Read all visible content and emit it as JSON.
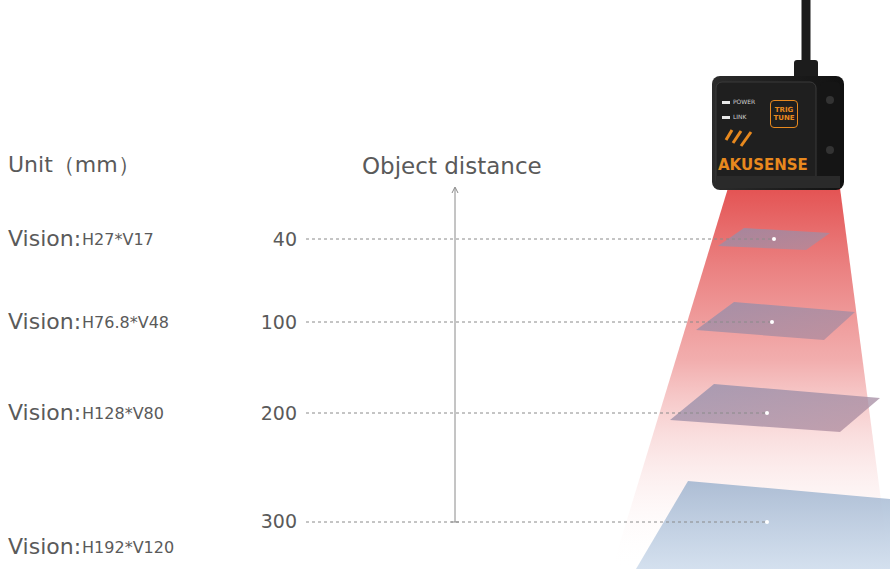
{
  "diagram": {
    "labels": [
      "Unit（mm）",
      "Object distance",
      "Vision:",
      "H27*V17",
      "40",
      "Vision:",
      "H76.8*V48",
      "100",
      "Vision:",
      "H128*V80",
      "200",
      "Vision:",
      "H192*V120",
      "300",
      "POWER",
      "LINK",
      "TRIG TUNE",
      "AKUSENSE"
    ]
  }
}
